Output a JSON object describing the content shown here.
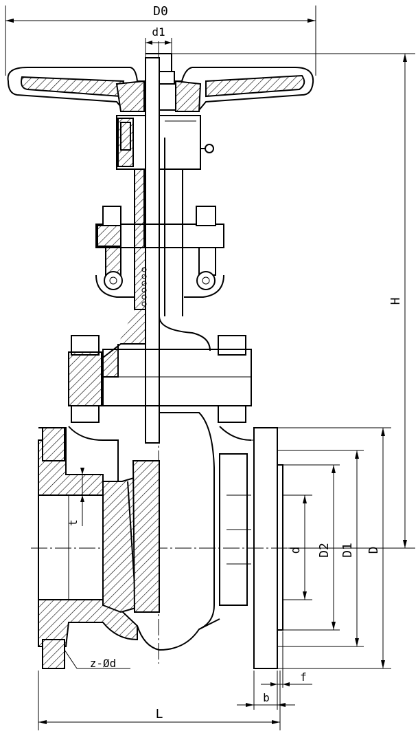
{
  "labels": {
    "D0": "D0",
    "d1": "d1",
    "H": "H",
    "t": "t",
    "d": "d",
    "D2": "D2",
    "D1": "D1",
    "D": "D",
    "f": "f",
    "b": "b",
    "L": "L",
    "z_phi_d": "z-Ød"
  }
}
